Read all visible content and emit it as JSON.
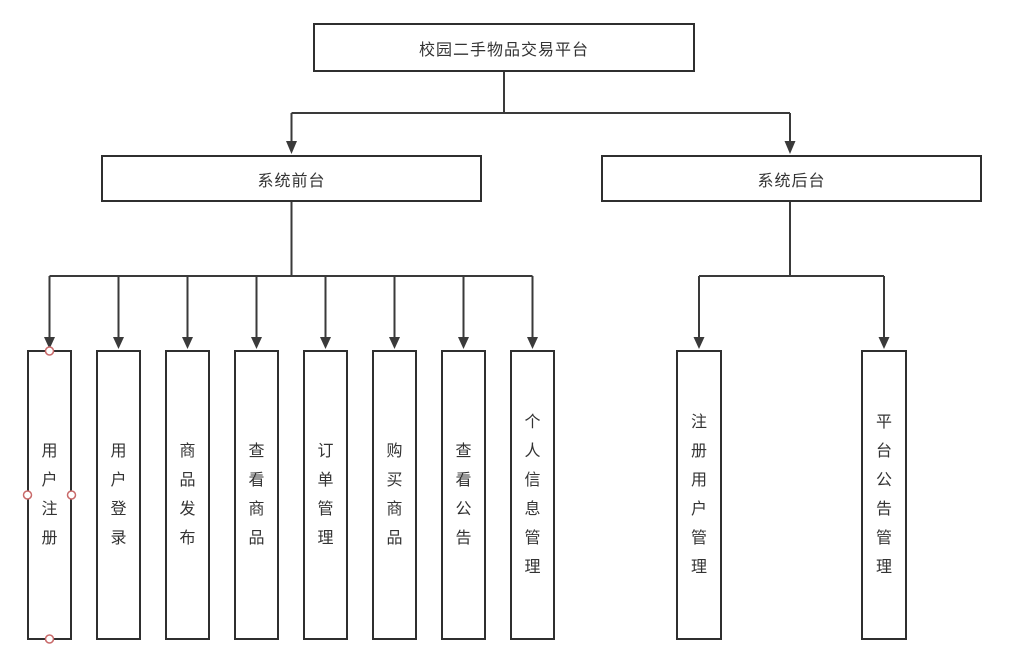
{
  "diagram": {
    "root": {
      "label": "校园二手物品交易平台"
    },
    "frontend": {
      "label": "系统前台",
      "children": [
        {
          "label": "用户注册",
          "selected": true
        },
        {
          "label": "用户登录"
        },
        {
          "label": "商品发布"
        },
        {
          "label": "查看商品"
        },
        {
          "label": "订单管理"
        },
        {
          "label": "购买商品"
        },
        {
          "label": "查看公告"
        },
        {
          "label": "个人信息管理"
        }
      ]
    },
    "backend": {
      "label": "系统后台",
      "children": [
        {
          "label": "注册用户管理"
        },
        {
          "label": "平台公告管理"
        }
      ]
    },
    "selection": {
      "selected_node": "用户注册",
      "handles": [
        "top",
        "left",
        "right",
        "bottom"
      ]
    },
    "colors": {
      "line": "#3a3a3a",
      "node_border": "#2f2f2f",
      "node_fill": "#ffffff",
      "text": "#333333",
      "selection_handle": "#c96a6a"
    }
  }
}
